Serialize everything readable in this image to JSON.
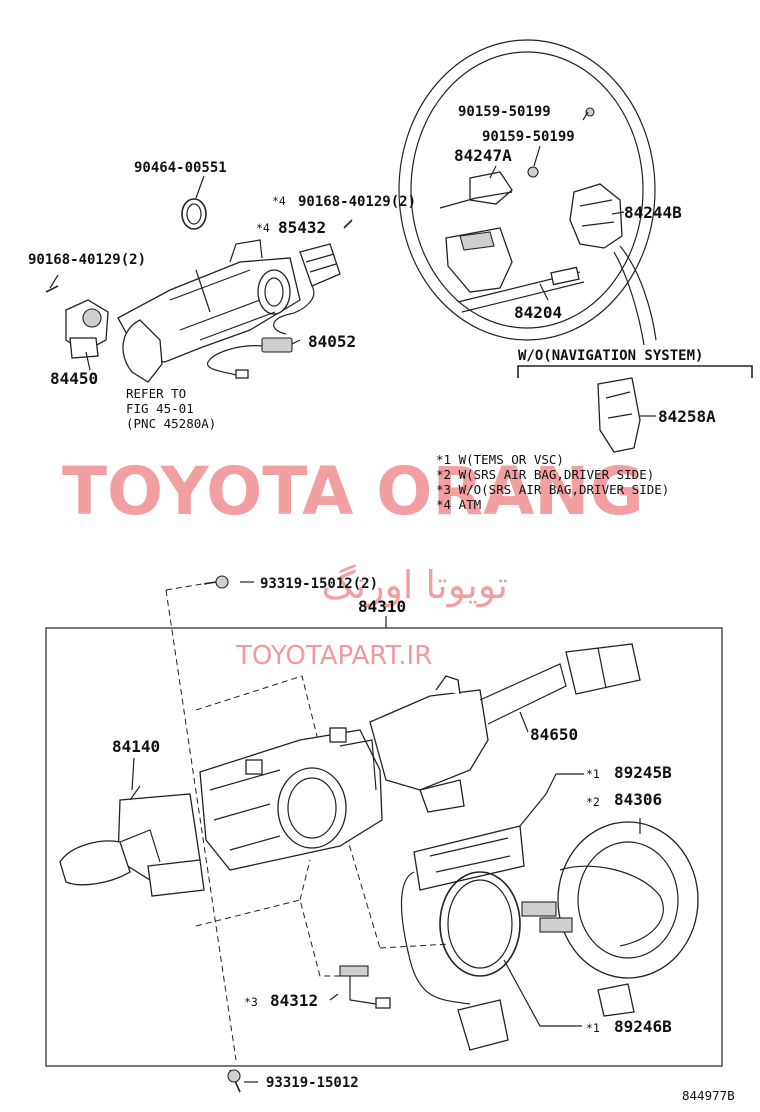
{
  "watermarks": {
    "brand": "TOYOTA ORANG",
    "site": "TOYOTAPART.IR",
    "farsi": "تویوتا اورنگ"
  },
  "top_labels": {
    "p90464": "90464-00551",
    "p90168a": "90168-40129(2)",
    "p90168b_mark": "*4",
    "p90168b": "90168-40129(2)",
    "p85432_mark": "*4",
    "p85432": "85432",
    "p84450": "84450",
    "p84052": "84052",
    "refer1": "REFER TO",
    "refer2": "FIG 45-01",
    "refer3": "(PNC 45280A)",
    "p90159a": "90159-50199",
    "p90159b": "90159-50199",
    "p84247a": "84247A",
    "p84244b": "84244B",
    "p84204": "84204",
    "nav_caption": "W/O(NAVIGATION SYSTEM)",
    "p84258a": "84258A"
  },
  "notes": [
    "*1 W(TEMS OR VSC)",
    "*2 W(SRS AIR BAG,DRIVER SIDE)",
    "*3 W/O(SRS AIR BAG,DRIVER SIDE)",
    "*4 ATM"
  ],
  "bottom_labels": {
    "p93319a": "93319-15012(2)",
    "p84310": "84310",
    "p84140": "84140",
    "p84650": "84650",
    "p89245b_mark": "*1",
    "p89245b": "89245B",
    "p84306_mark": "*2",
    "p84306": "84306",
    "p84312_mark": "*3",
    "p84312": "84312",
    "p89246b_mark": "*1",
    "p89246b": "89246B",
    "p93319b": "93319-15012",
    "figure_code": "844977B"
  }
}
